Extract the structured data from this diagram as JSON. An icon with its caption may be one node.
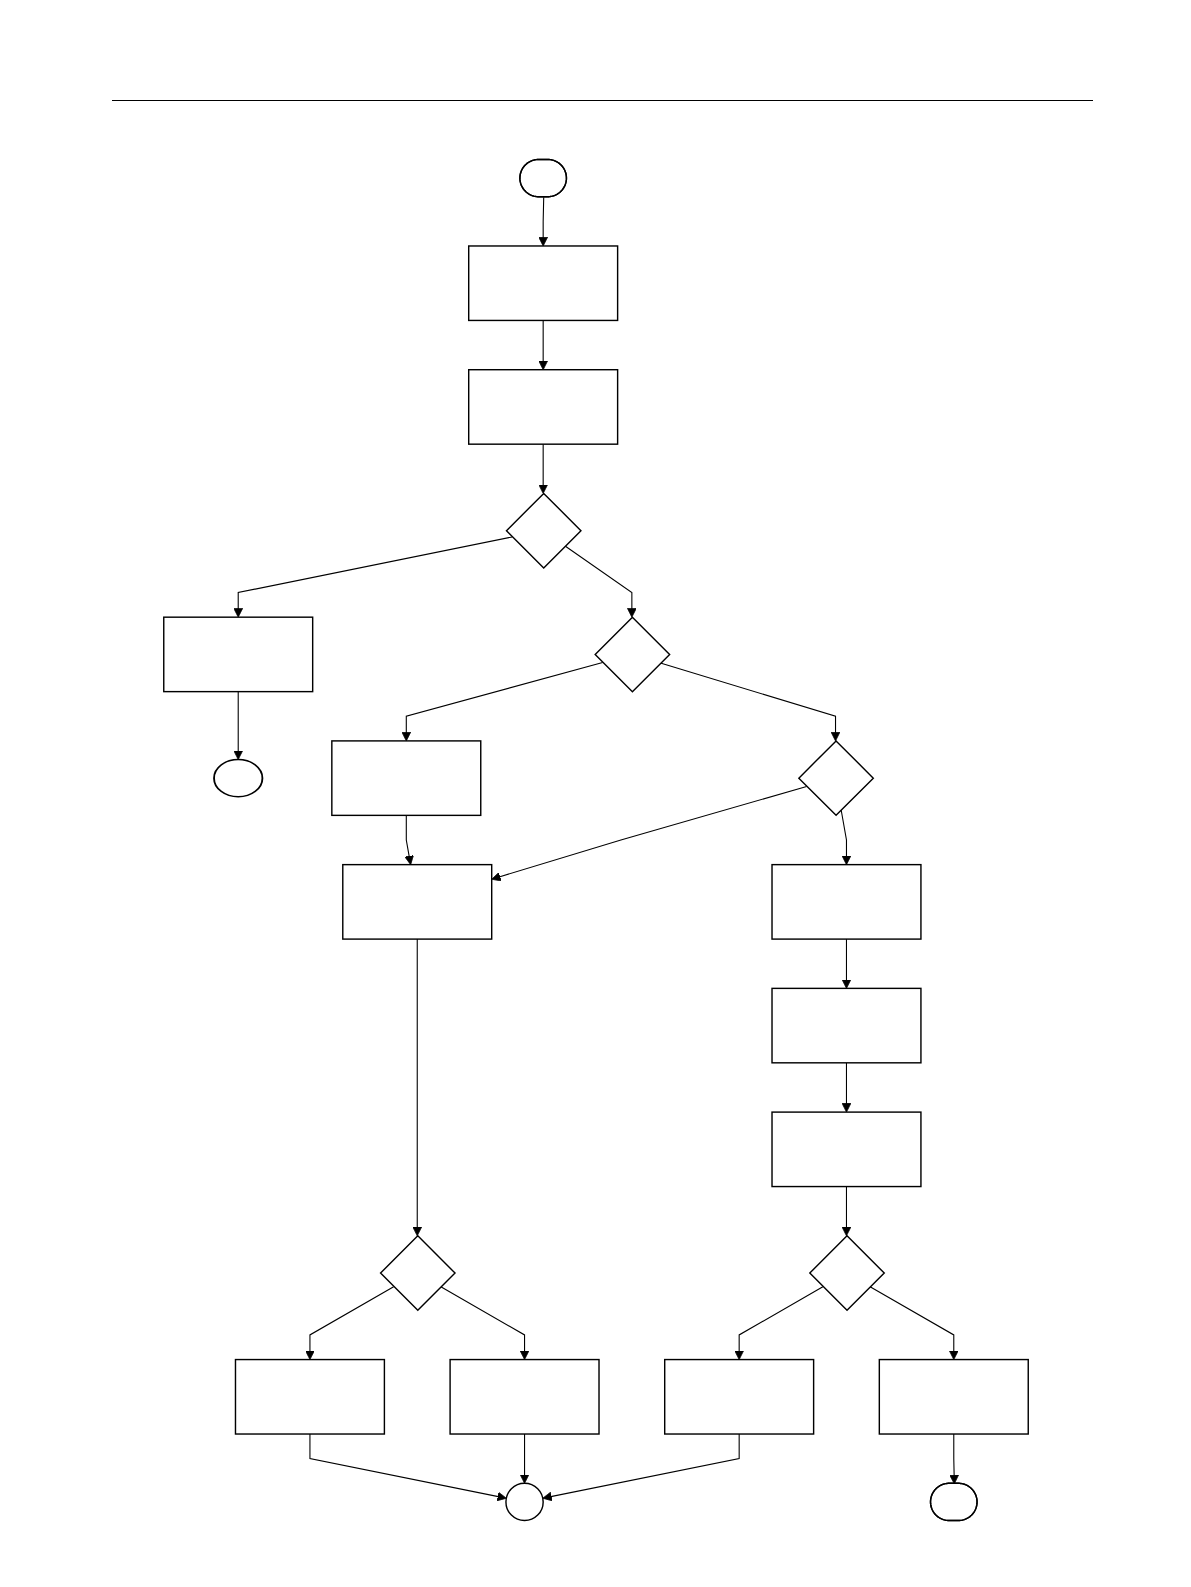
{
  "diagram": {
    "nodes": [
      {
        "text": [],
        "shape": "stadium"
      },
      {
        "text": [],
        "shape": "box"
      },
      {
        "text": [],
        "shape": "box"
      },
      {
        "text": [],
        "shape": "diamond"
      },
      {
        "text": [],
        "shape": "box"
      },
      {
        "text": [],
        "shape": "ellipse"
      },
      {
        "text": [],
        "shape": "diamond"
      },
      {
        "text": [],
        "shape": "box"
      },
      {
        "text": [],
        "shape": "diamond"
      },
      {
        "text": [],
        "shape": "box"
      },
      {
        "text": [],
        "shape": "diamond"
      },
      {
        "text": [],
        "shape": "box"
      },
      {
        "text": [],
        "shape": "box"
      },
      {
        "text": [],
        "shape": "box"
      },
      {
        "text": [],
        "shape": "box"
      },
      {
        "text": [],
        "shape": "box"
      },
      {
        "text": [],
        "shape": "diamond"
      },
      {
        "text": [],
        "shape": "box"
      },
      {
        "text": [],
        "shape": "circle"
      },
      {
        "text": [],
        "shape": "box"
      },
      {
        "text": [],
        "shape": "stadium"
      }
    ],
    "edges": [
      {
        "from": 0,
        "to": 1,
        "arrow": "to"
      },
      {
        "from": 1,
        "to": 2,
        "arrow": "to"
      },
      {
        "from": 2,
        "to": 3,
        "arrow": "to"
      },
      {
        "from": 3,
        "to": 4,
        "arrow": "to"
      },
      {
        "from": 4,
        "to": 5,
        "arrow": "to"
      },
      {
        "from": 3,
        "to": 6,
        "arrow": "to"
      },
      {
        "from": 6,
        "to": 7,
        "arrow": "to"
      },
      {
        "from": 6,
        "to": 8,
        "arrow": "to"
      },
      {
        "from": 7,
        "to": 9,
        "arrow": "to"
      },
      {
        "from": 8,
        "to": 9,
        "arrow": "to"
      },
      {
        "from": 8,
        "to": 11,
        "arrow": "to"
      },
      {
        "from": 9,
        "to": 10,
        "arrow": "to"
      },
      {
        "from": 10,
        "to": 13,
        "arrow": "to"
      },
      {
        "from": 10,
        "to": 14,
        "arrow": "to"
      },
      {
        "from": 11,
        "to": 12,
        "arrow": "to"
      },
      {
        "from": 12,
        "to": 15,
        "arrow": "to"
      },
      {
        "from": 13,
        "to": 18,
        "arrow": "to"
      },
      {
        "from": 14,
        "to": 18,
        "arrow": "to"
      },
      {
        "from": 15,
        "to": 16,
        "arrow": "to"
      },
      {
        "from": 16,
        "to": 17,
        "arrow": "to"
      },
      {
        "from": 16,
        "to": 19,
        "arrow": "to"
      },
      {
        "from": 17,
        "to": 20,
        "arrow": "to"
      },
      {
        "from": 19,
        "to": 18,
        "arrow": "to"
      }
    ]
  }
}
